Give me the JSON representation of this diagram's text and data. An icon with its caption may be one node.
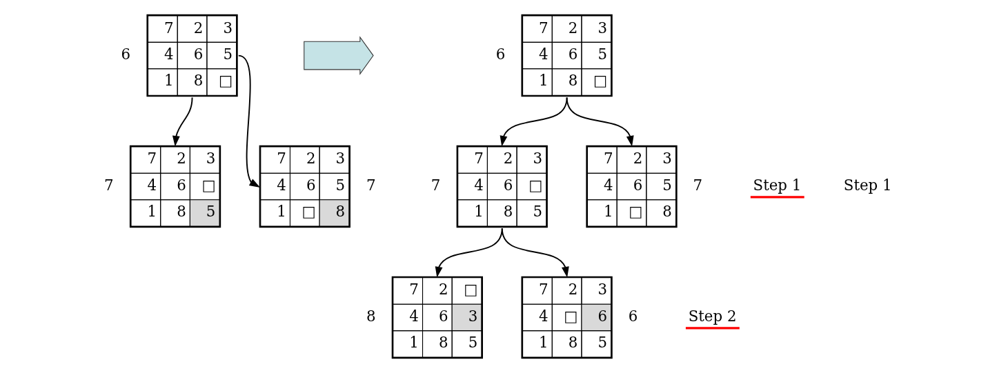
{
  "diagram": {
    "nodes": [
      {
        "text": [
          "7",
          "2",
          "3",
          "4",
          "6",
          "5",
          "1",
          "8",
          "□"
        ],
        "beside": [
          "6"
        ]
      },
      {
        "text": [
          "7",
          "2",
          "3",
          "4",
          "6",
          "□",
          "1",
          "8",
          "5"
        ],
        "beside": [
          "7"
        ]
      },
      {
        "text": [
          "7",
          "2",
          "3",
          "4",
          "6",
          "5",
          "1",
          "□",
          "8"
        ],
        "beside": [
          "7"
        ]
      },
      {
        "text": [],
        "shape": "arrow"
      },
      {
        "text": [
          "7",
          "2",
          "3",
          "4",
          "6",
          "5",
          "1",
          "8",
          "□"
        ],
        "beside": [
          "6"
        ]
      },
      {
        "text": [
          "7",
          "2",
          "3",
          "4",
          "6",
          "□",
          "1",
          "8",
          "5"
        ],
        "beside": [
          "7"
        ]
      },
      {
        "text": [
          "7",
          "2",
          "3",
          "4",
          "6",
          "5",
          "1",
          "□",
          "8"
        ],
        "beside": [
          "7"
        ]
      },
      {
        "text": [
          "7",
          "2",
          "□",
          "4",
          "6",
          "3",
          "1",
          "8",
          "5"
        ],
        "beside": [
          "8"
        ]
      },
      {
        "text": [
          "7",
          "2",
          "3",
          "4",
          "□",
          "6",
          "1",
          "8",
          "5"
        ],
        "beside": [
          "6"
        ]
      }
    ],
    "edges": [
      {
        "from": 0,
        "to": 1,
        "arrow": "to"
      },
      {
        "from": 0,
        "to": 2,
        "arrow": "to"
      },
      {
        "from": 4,
        "to": 5,
        "arrow": "to"
      },
      {
        "from": 4,
        "to": 6,
        "arrow": "to"
      },
      {
        "from": 5,
        "to": 7,
        "arrow": "to"
      },
      {
        "from": 5,
        "to": 8,
        "arrow": "to"
      }
    ],
    "labels": [
      "Step 1",
      "Step 1",
      "Step 2"
    ]
  }
}
